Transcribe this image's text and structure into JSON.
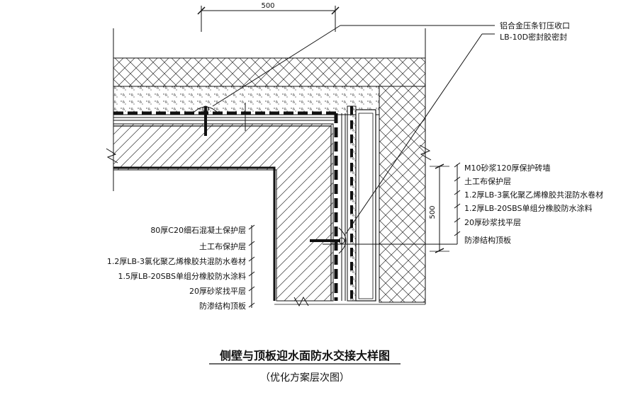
{
  "dimensions": {
    "top": "500",
    "right": "500"
  },
  "top_annotation": [
    "铝合金压条钉压收口",
    "LB-10D密封胶密封"
  ],
  "right_labels": [
    "M10砂浆120厚保护砖墙",
    "土工布保护层",
    "1.2厚LB-3氯化聚乙烯橡胶共混防水卷材",
    "1.2厚LB-20SBS单组分橡胶防水涂料",
    "20厚砂浆找平层",
    "防渗结构顶板"
  ],
  "left_labels": [
    "80厚C20细石混凝土保护层",
    "土工布保护层",
    "1.2厚LB-3氯化聚乙烯橡胶共混防水卷材",
    "1.5厚LB-20SBS单组分橡胶防水涂料",
    "20厚砂浆找平层",
    "防渗结构顶板"
  ],
  "title": "侧壁与顶板迎水面防水交接大样图",
  "subtitle": "（优化方案层次图）"
}
